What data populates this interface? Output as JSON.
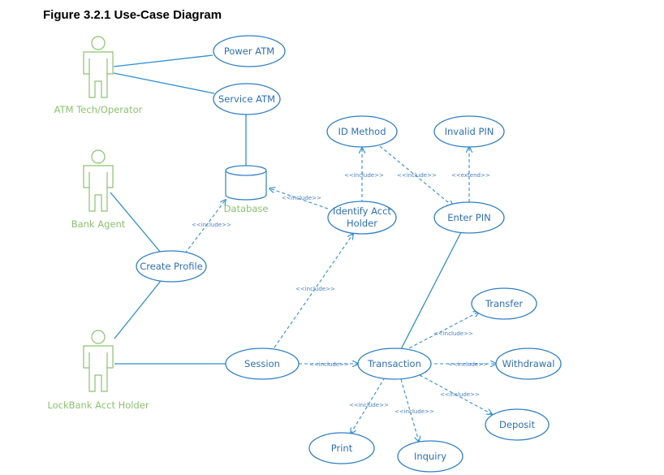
{
  "title": "Figure 3.2.1 Use-Case Diagram",
  "actors": {
    "tech": "ATM Tech/Operator",
    "agent": "Bank Agent",
    "holder": "LockBank Acct Holder"
  },
  "database": "Database",
  "use_cases": {
    "power": "Power ATM",
    "service": "Service ATM",
    "id_method": "ID Method",
    "invalid_pin": "Invalid PIN",
    "identify_1": "Identify Acct",
    "identify_2": "Holder",
    "enter_pin": "Enter PIN",
    "create_profile": "Create Profile",
    "transfer": "Transfer",
    "session": "Session",
    "transaction": "Transaction",
    "withdrawal": "Withdrawal",
    "deposit": "Deposit",
    "print": "Print",
    "inquiry": "Inquiry"
  },
  "relations": {
    "include": "<<include>>",
    "extend": "<<extend>>"
  }
}
